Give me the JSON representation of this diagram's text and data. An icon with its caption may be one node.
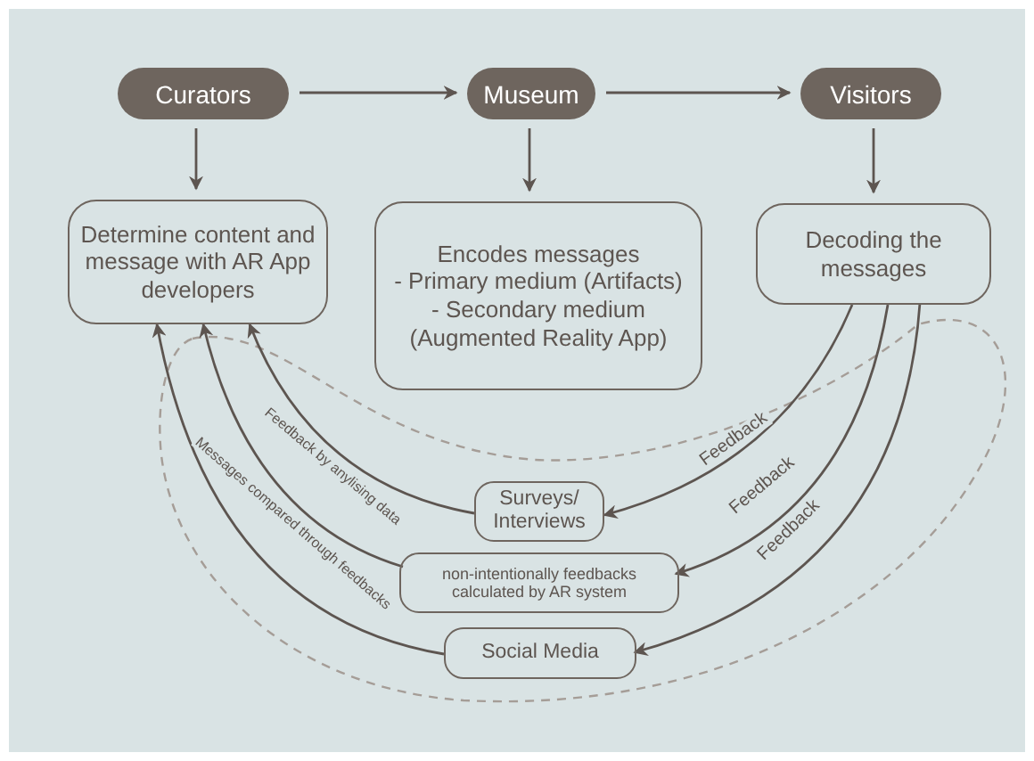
{
  "diagram": {
    "nodes": [
      {
        "text": [
          "Curators"
        ]
      },
      {
        "text": [
          "Museum"
        ]
      },
      {
        "text": [
          "Visitors"
        ]
      },
      {
        "text": [
          "Determine content and message with AR App developers"
        ]
      },
      {
        "text": [
          "Encodes messages",
          "- Primary medium (Artifacts)",
          "- Secondary medium (Augmented Reality App)"
        ]
      },
      {
        "text": [
          "Decoding the messages"
        ]
      },
      {
        "text": [
          "Surveys/ Interviews"
        ]
      },
      {
        "text": [
          "non-intentionally feedbacks calculated by AR system"
        ]
      },
      {
        "text": [
          "Social Media"
        ]
      }
    ],
    "edges": [
      {
        "from": 0,
        "to": 1,
        "arrow": "to"
      },
      {
        "from": 1,
        "to": 2,
        "arrow": "to"
      },
      {
        "from": 0,
        "to": 3,
        "arrow": "to"
      },
      {
        "from": 1,
        "to": 4,
        "arrow": "to"
      },
      {
        "from": 2,
        "to": 5,
        "arrow": "to"
      },
      {
        "from": 5,
        "to": 6,
        "arrow": "to",
        "label": "Feedback"
      },
      {
        "from": 5,
        "to": 7,
        "arrow": "to",
        "label": "Feedback"
      },
      {
        "from": 5,
        "to": 8,
        "arrow": "to",
        "label": "Feedback"
      },
      {
        "from": 6,
        "to": 3,
        "arrow": "to"
      },
      {
        "from": 7,
        "to": 3,
        "arrow": "to",
        "label": "Feedback by anylising data"
      },
      {
        "from": 8,
        "to": 3,
        "arrow": "to",
        "label": "Messages compared through feedbacks"
      }
    ]
  }
}
